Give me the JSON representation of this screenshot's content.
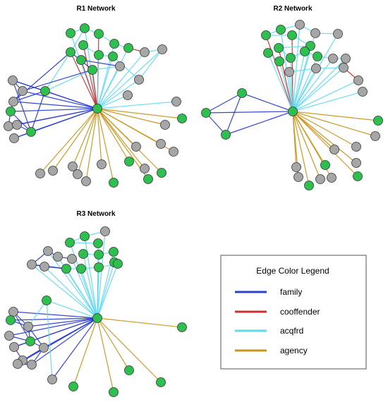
{
  "panels": {
    "r1": {
      "title": "R1 Network"
    },
    "r2": {
      "title": "R2 Network"
    },
    "r3": {
      "title": "R3 Network"
    }
  },
  "legend": {
    "title": "Edge Color Legend",
    "items": [
      {
        "label": "family",
        "color": "#2b3fd0"
      },
      {
        "label": "cooffender",
        "color": "#c83232"
      },
      {
        "label": "acqfrd",
        "color": "#5fd8ee"
      },
      {
        "label": "agency",
        "color": "#c8961e"
      }
    ]
  },
  "node_colors": {
    "green": "#2fbf4f",
    "gray": "#a6a6a6"
  }
}
